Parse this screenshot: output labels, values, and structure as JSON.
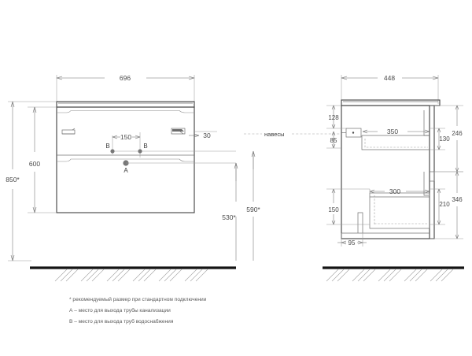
{
  "document": {
    "type": "technical-drawing",
    "subject": "bathroom vanity cabinet",
    "units": "mm"
  },
  "front_view": {
    "name": "front-elevation",
    "dimensions": {
      "width_total": "696",
      "height_cabinet": "600",
      "height_overall": "850*",
      "height_drain": "590*",
      "height_water": "530*",
      "spacing_b": "150",
      "offset_right": "30"
    },
    "marks": {
      "a_label": "A",
      "b_label_left": "B",
      "b_label_right": "B"
    }
  },
  "side_view": {
    "name": "side-elevation",
    "dimensions": {
      "depth_total": "448",
      "top_to_outlet": "128",
      "outlet_band": "85",
      "upper_drawer_depth": "350",
      "upper_drawer_height": "130",
      "upper_section_height": "246",
      "lower_drawer_depth": "300",
      "lower_drawer_height": "210",
      "lower_section_height": "346",
      "base_height": "150",
      "toe_kick": "95"
    }
  },
  "callouts": {
    "hangers": "навесы"
  },
  "notes": [
    "* рекомендуемый размер при стандартном подключении",
    "А – место для выхода трубы канализации",
    "В – место для выхода труб водоснабжения"
  ],
  "colors": {
    "outline": "#3f3f3f",
    "dimension": "#6f6f6f",
    "floor": "#141414",
    "text": "#3a3a3a"
  }
}
